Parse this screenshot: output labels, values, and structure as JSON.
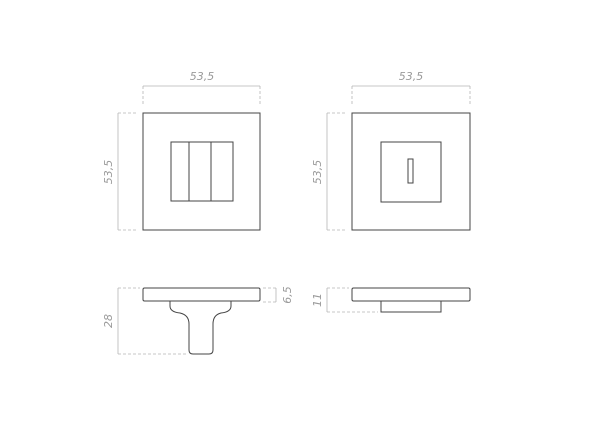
{
  "colors": {
    "outline": "#444444",
    "dimension": "#b5b5b5",
    "dimension_text": "#9a9a9a",
    "background": "#ffffff"
  },
  "views": {
    "rose_front": {
      "width_label": "53,5",
      "height_label": "53,5"
    },
    "lock_front": {
      "width_label": "53,5",
      "height_label": "53,5"
    },
    "rose_side": {
      "depth_label": "28",
      "plate_label": "6,5"
    },
    "lock_side": {
      "depth_label": "11"
    }
  }
}
